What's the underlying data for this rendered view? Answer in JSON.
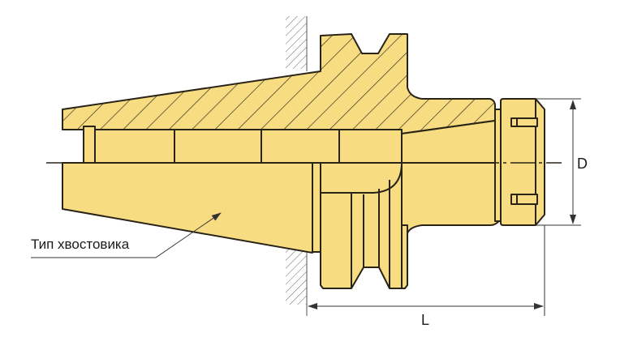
{
  "diagram": {
    "title": "Tool holder with collet nut",
    "labels": {
      "shank_type": "Тип хвостовика",
      "diameter": "D",
      "length": "L"
    },
    "colors": {
      "body_fill": "#F7DC82",
      "outline": "#2a2418",
      "dimension_lines": "#333333",
      "background": "#ffffff"
    }
  }
}
